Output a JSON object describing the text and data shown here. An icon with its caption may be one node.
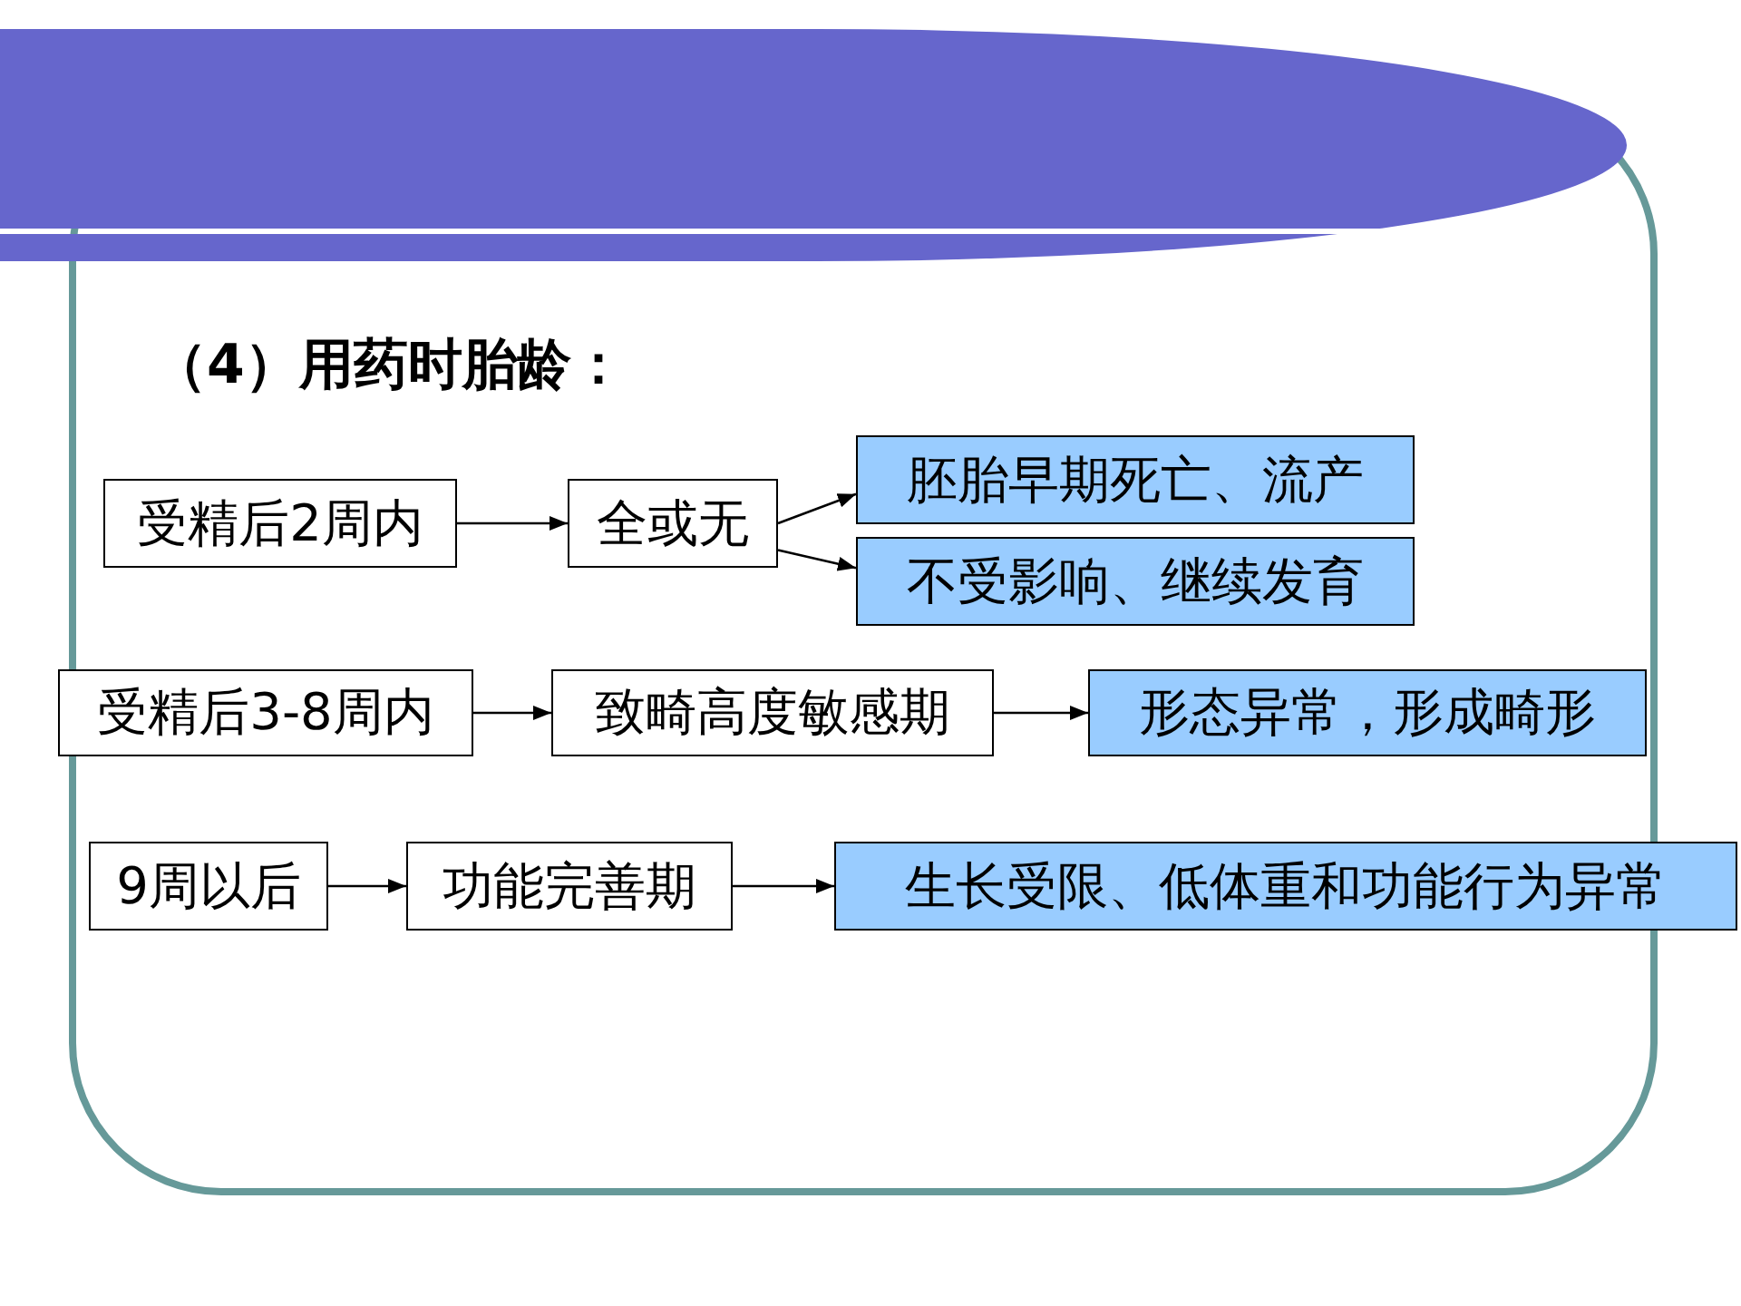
{
  "diagram": {
    "title": "（4）用药时胎龄：",
    "nodes": [
      {
        "text": [
          "受精后2周内"
        ]
      },
      {
        "text": [
          "全或无"
        ]
      },
      {
        "text": [
          "胚胎早期死亡、流产"
        ]
      },
      {
        "text": [
          "不受影响、继续发育"
        ]
      },
      {
        "text": [
          "受精后3-8周内"
        ]
      },
      {
        "text": [
          "致畸高度敏感期"
        ]
      },
      {
        "text": [
          "形态异常，形成畸形"
        ]
      },
      {
        "text": [
          "9周以后"
        ]
      },
      {
        "text": [
          "功能完善期"
        ]
      },
      {
        "text": [
          "生长受限、低体重和功能行为异常"
        ]
      }
    ],
    "edges": [
      {
        "from": 0,
        "to": 1,
        "arrow": "to"
      },
      {
        "from": 1,
        "to": 2,
        "arrow": "to"
      },
      {
        "from": 1,
        "to": 3,
        "arrow": "to"
      },
      {
        "from": 4,
        "to": 5,
        "arrow": "to"
      },
      {
        "from": 5,
        "to": 6,
        "arrow": "to"
      },
      {
        "from": 7,
        "to": 8,
        "arrow": "to"
      },
      {
        "from": 8,
        "to": 9,
        "arrow": "to"
      }
    ]
  }
}
